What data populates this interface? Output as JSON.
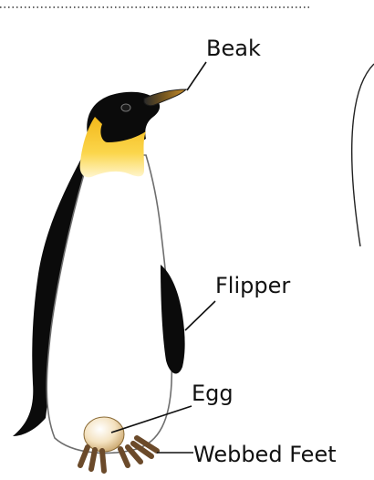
{
  "diagram": {
    "labels": {
      "beak": "Beak",
      "flipper": "Flipper",
      "egg": "Egg",
      "webbed_feet": "Webbed Feet"
    }
  }
}
